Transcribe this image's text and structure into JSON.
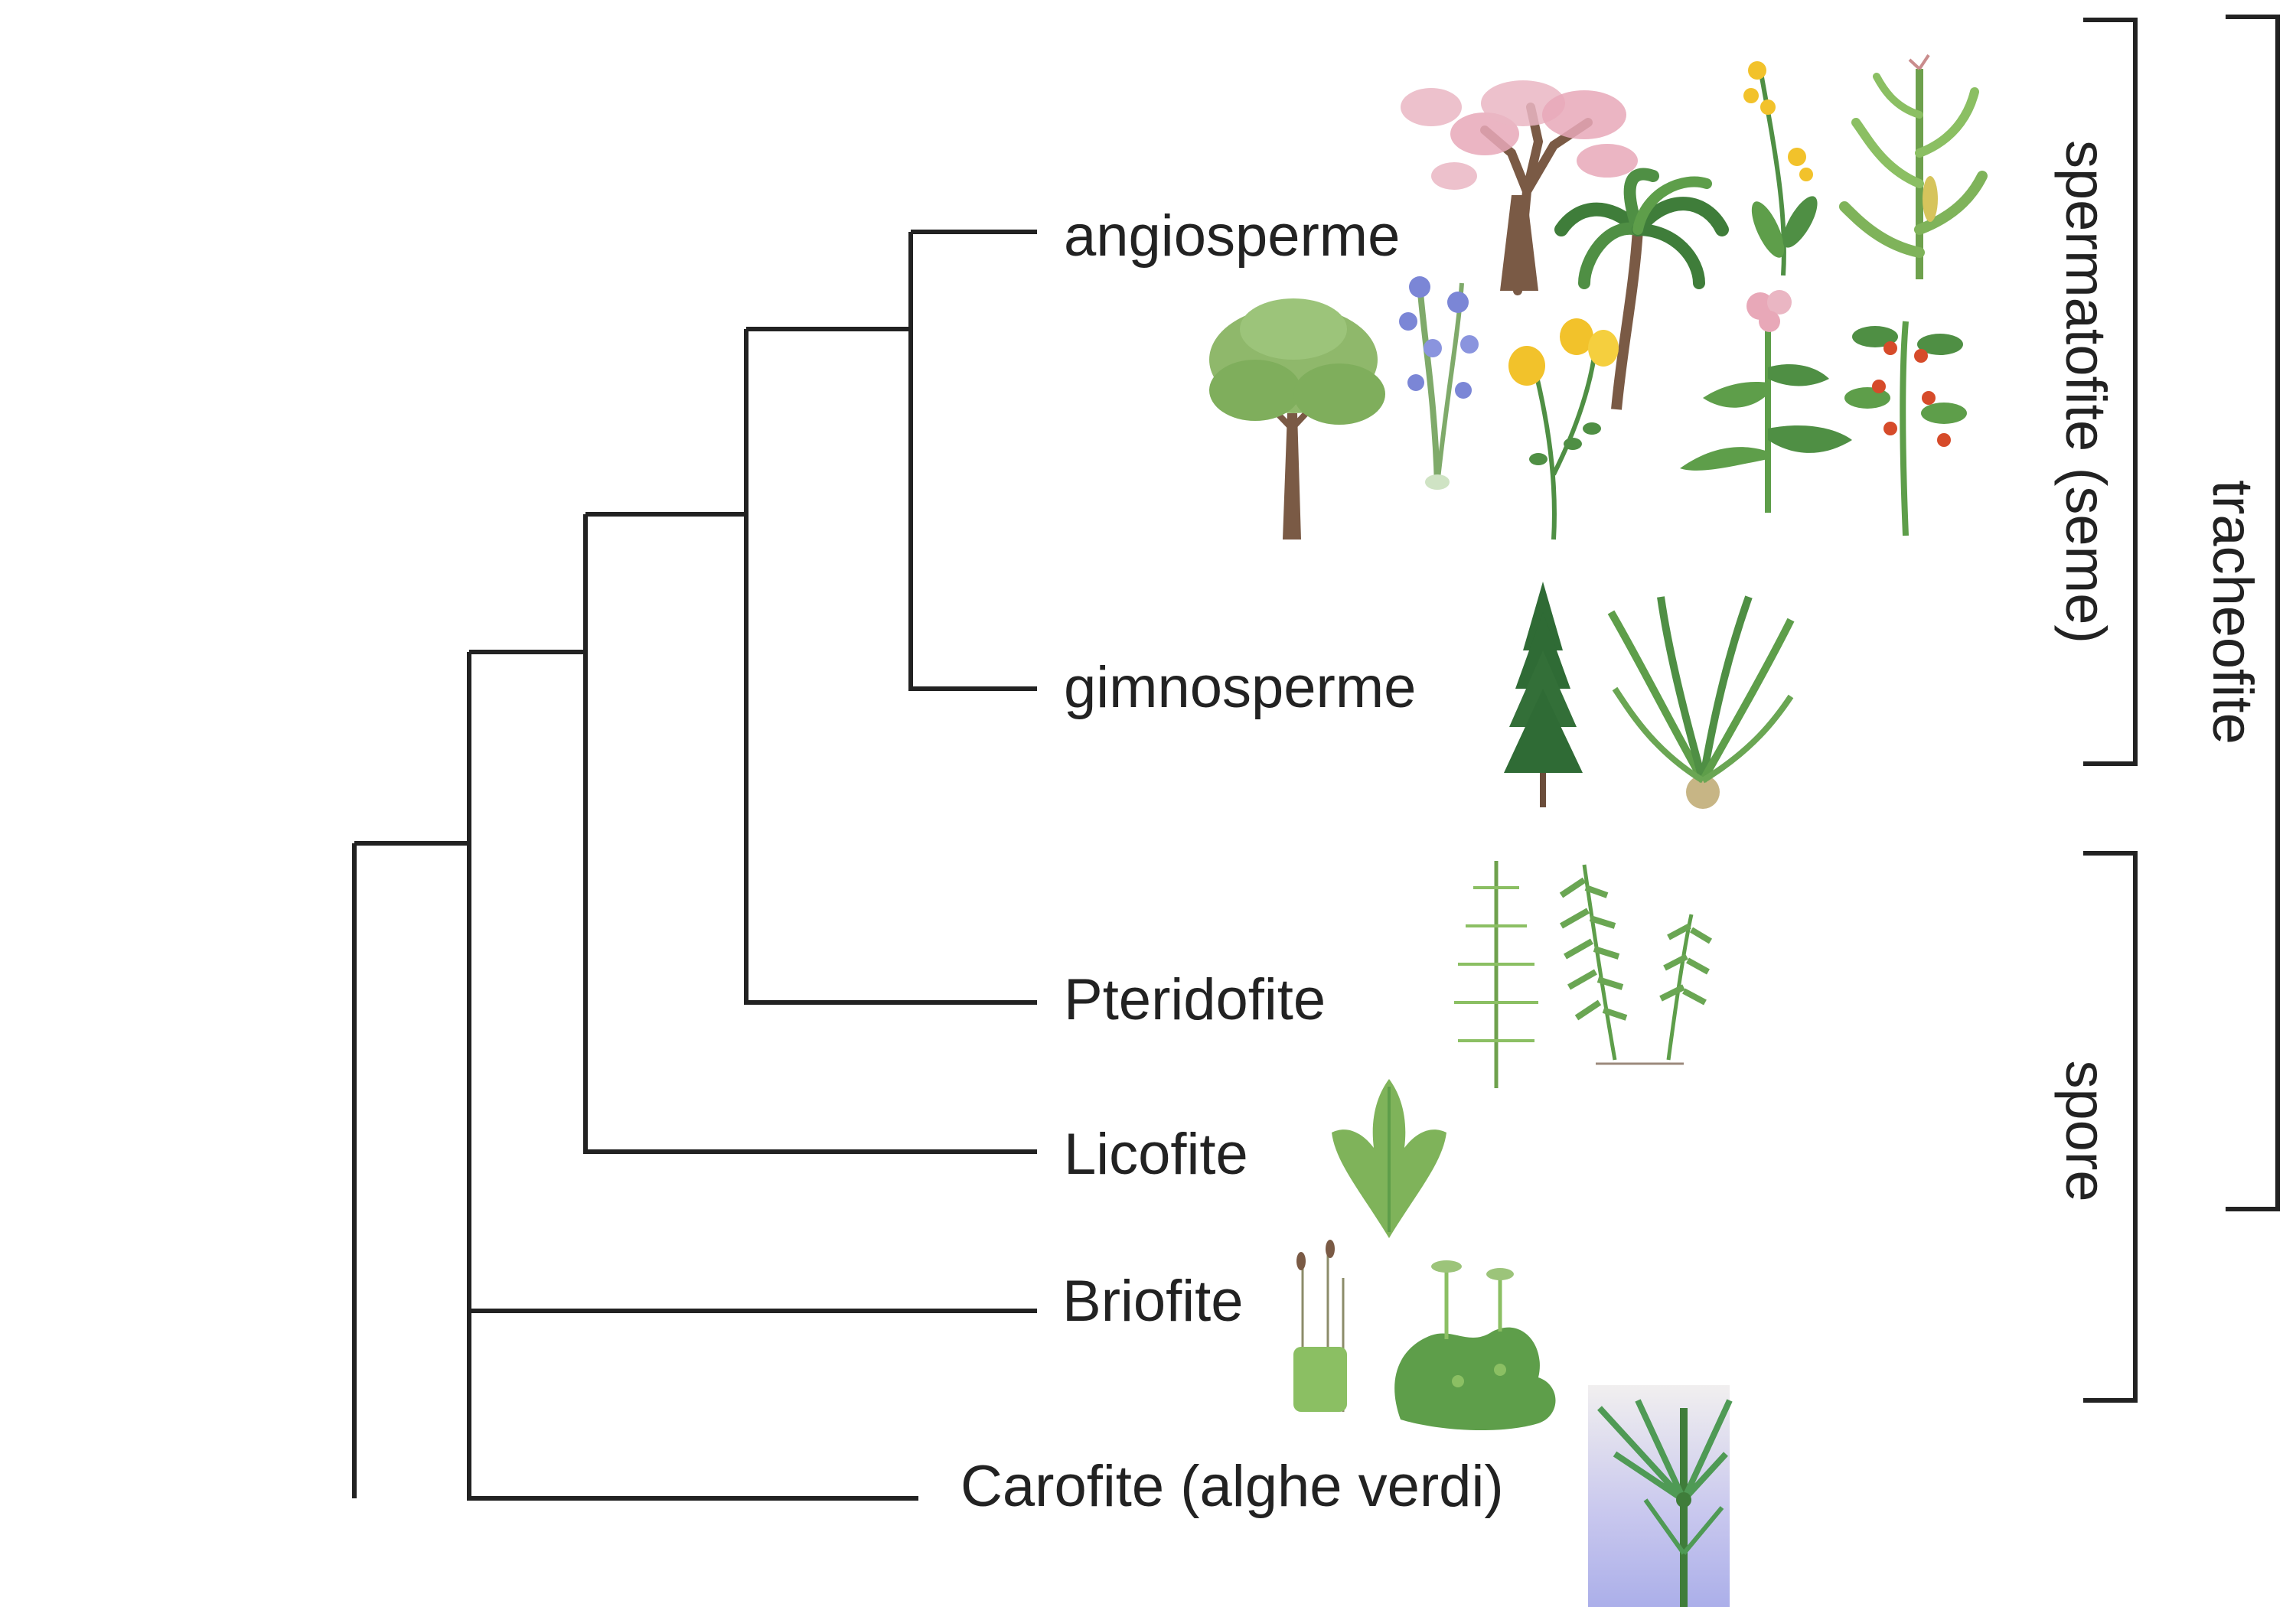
{
  "taxa": {
    "angiosperme": "angiosperme",
    "gimnosperme": "gimnosperme",
    "pteridofite": "Pteridofite",
    "licofite": "Licofite",
    "briofite": "Briofite",
    "carofite": "Carofite (alghe verdi)"
  },
  "brackets": {
    "spermatofite": "spermatofite (seme)",
    "spore": "spore",
    "tracheofite": "tracheofite"
  },
  "colors": {
    "line": "#222222",
    "leaf_green": "#5e9e4a",
    "dark_green": "#2f6b35",
    "trunk": "#7a5a45",
    "blossom_pink": "#e8a8b8",
    "flower_yellow": "#f2c22b",
    "flower_blue": "#7b86d6",
    "algae_bg": "#aab0ea"
  },
  "icons": [
    "cherry-tree-icon",
    "palm-tree-icon",
    "canola-plant-icon",
    "corn-plant-icon",
    "oak-tree-icon",
    "bluebell-plant-icon",
    "yellow-flower-plant-icon",
    "pink-flower-plant-icon",
    "tomato-plant-icon",
    "spruce-tree-icon",
    "cycad-icon",
    "horsetail-icon",
    "fern-icon",
    "clubmoss-icon",
    "moss-icon",
    "liverwort-icon",
    "chara-algae-icon"
  ]
}
